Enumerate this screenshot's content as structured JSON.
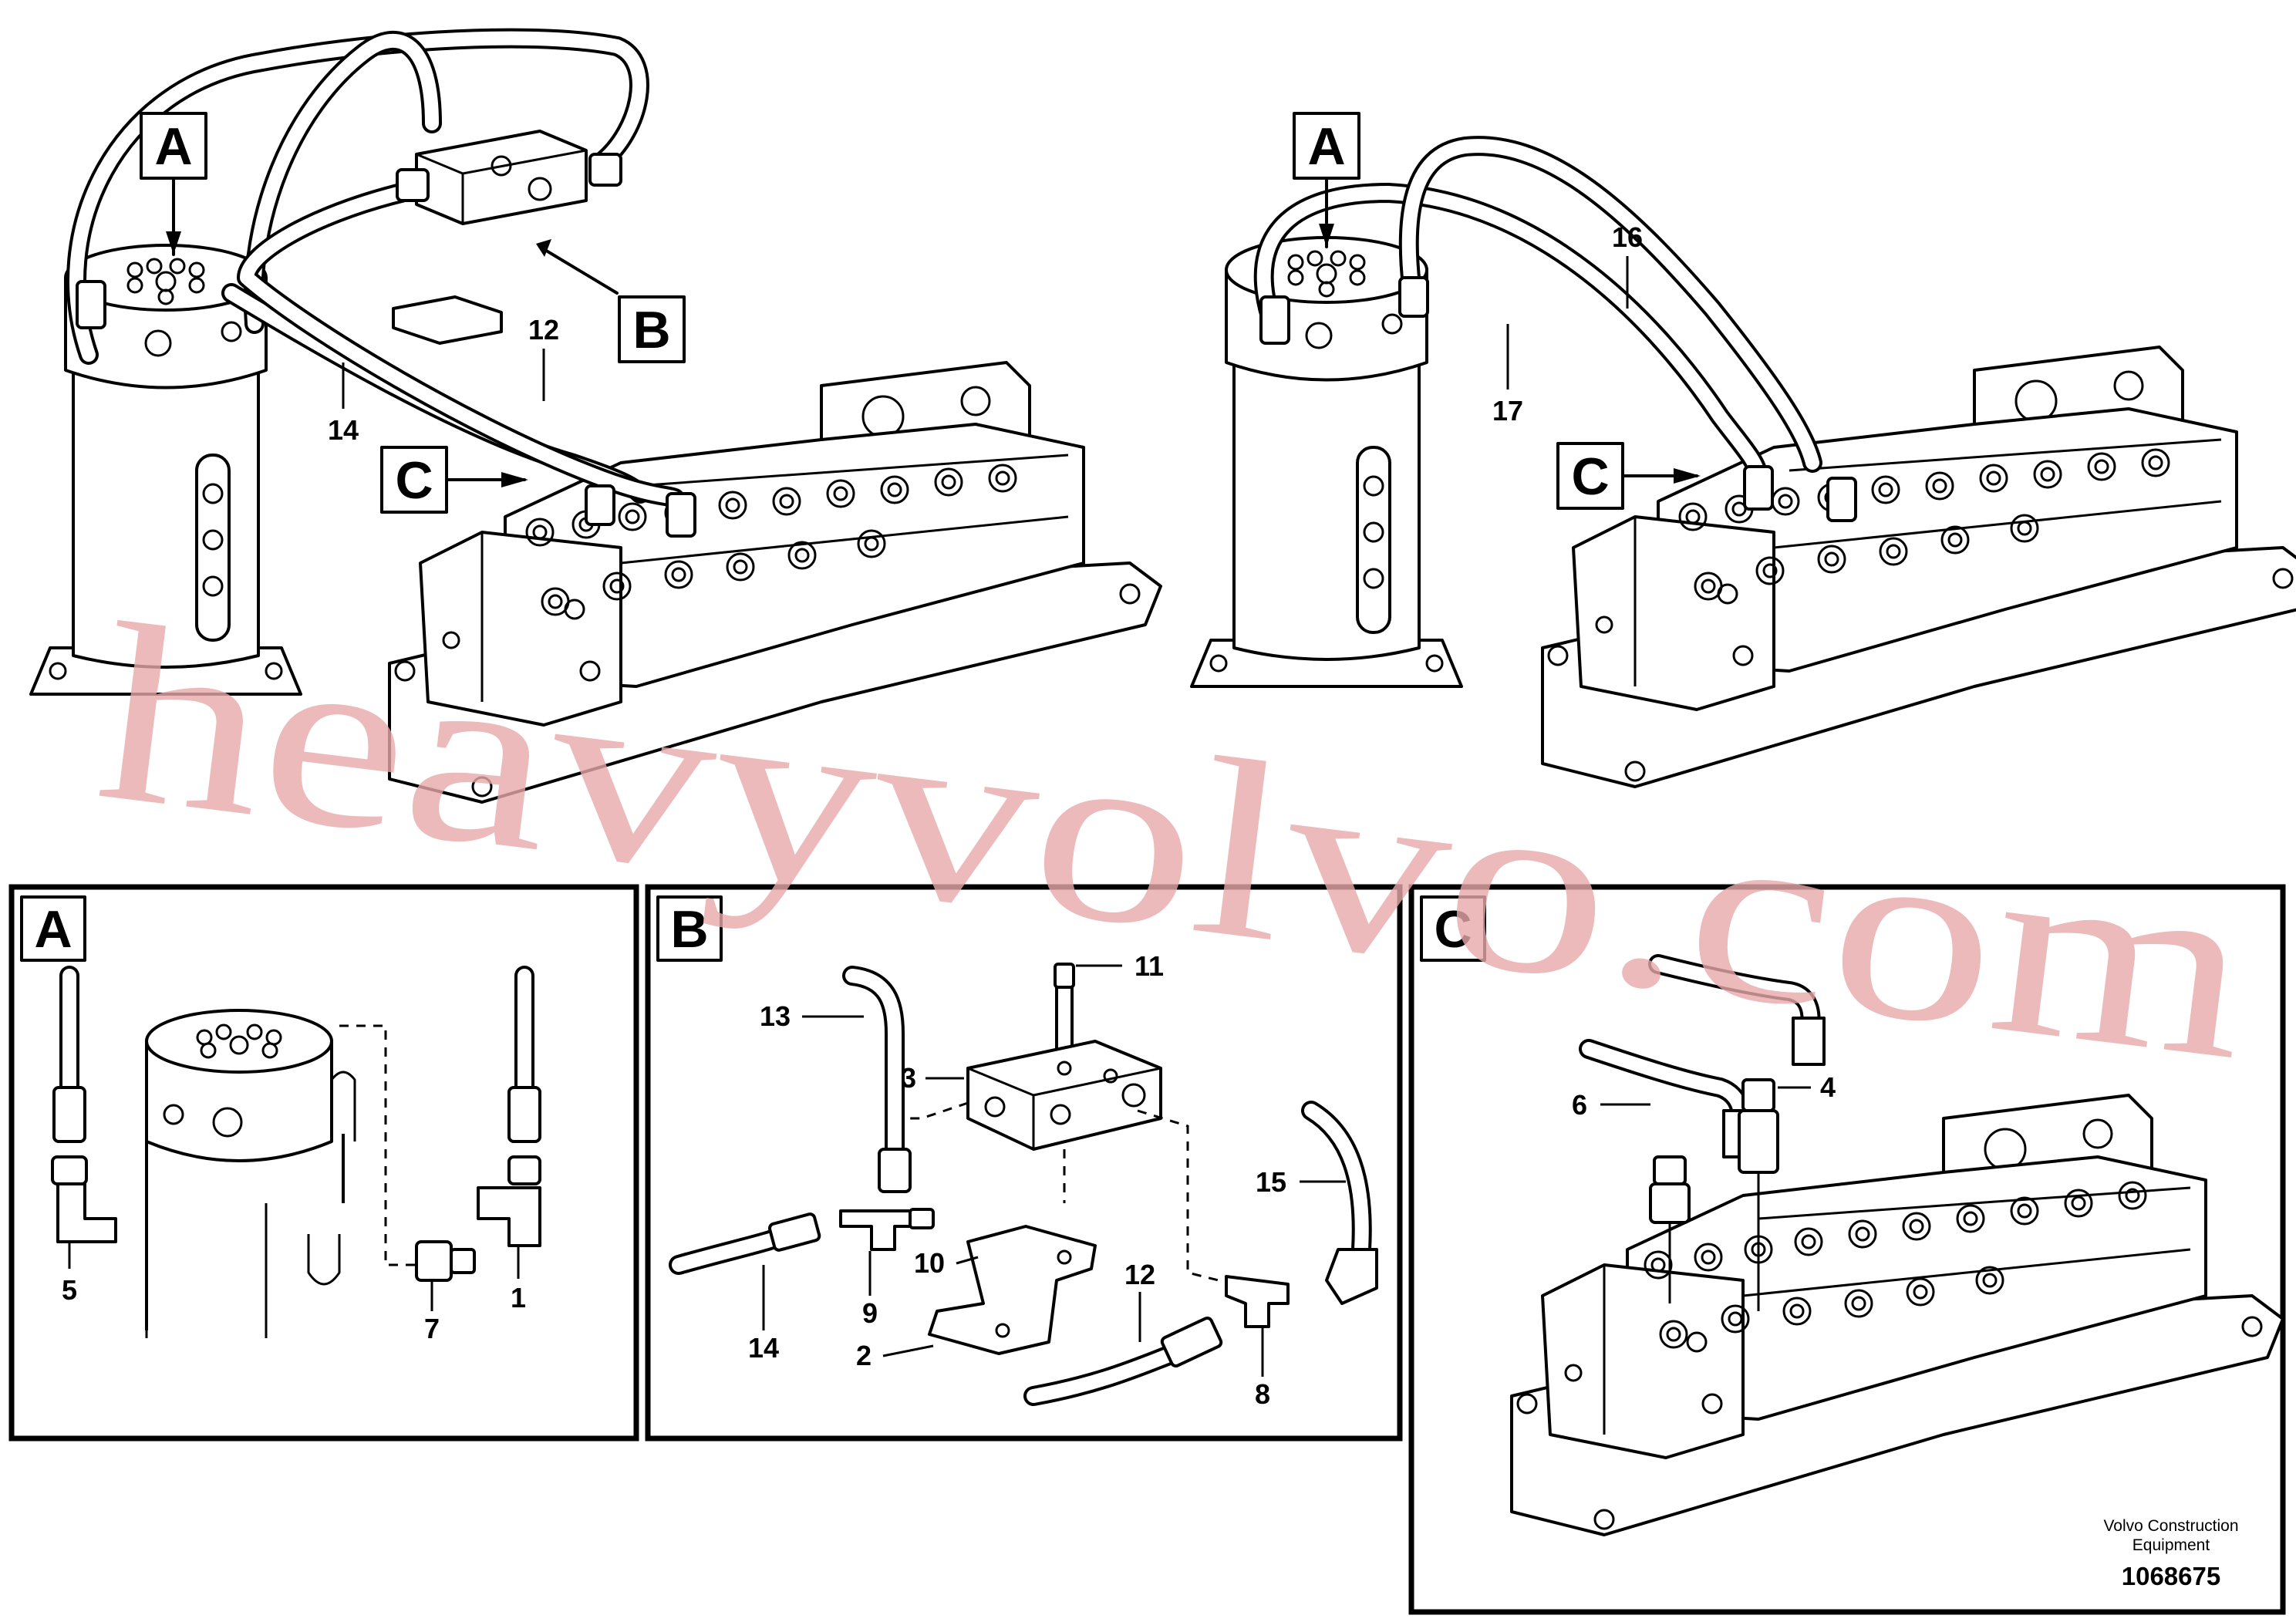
{
  "watermark": "heavyvolvo.com",
  "callouts": {
    "top_left": [
      "A",
      "B",
      "C"
    ],
    "top_right": [
      "A",
      "C"
    ]
  },
  "panels": {
    "a": {
      "title": "A"
    },
    "b": {
      "title": "B"
    },
    "c": {
      "title": "C"
    }
  },
  "part_labels": {
    "overview_left": [
      "12",
      "14"
    ],
    "overview_right": [
      "16",
      "17"
    ],
    "panel_a": [
      "5",
      "7",
      "1"
    ],
    "panel_b": [
      "11",
      "13",
      "3",
      "10",
      "9",
      "14",
      "15",
      "12",
      "2",
      "8"
    ],
    "panel_c": [
      "4",
      "6"
    ]
  },
  "footer": {
    "company_line1": "Volvo Construction",
    "company_line2": "Equipment",
    "drawing_number": "1068675"
  }
}
